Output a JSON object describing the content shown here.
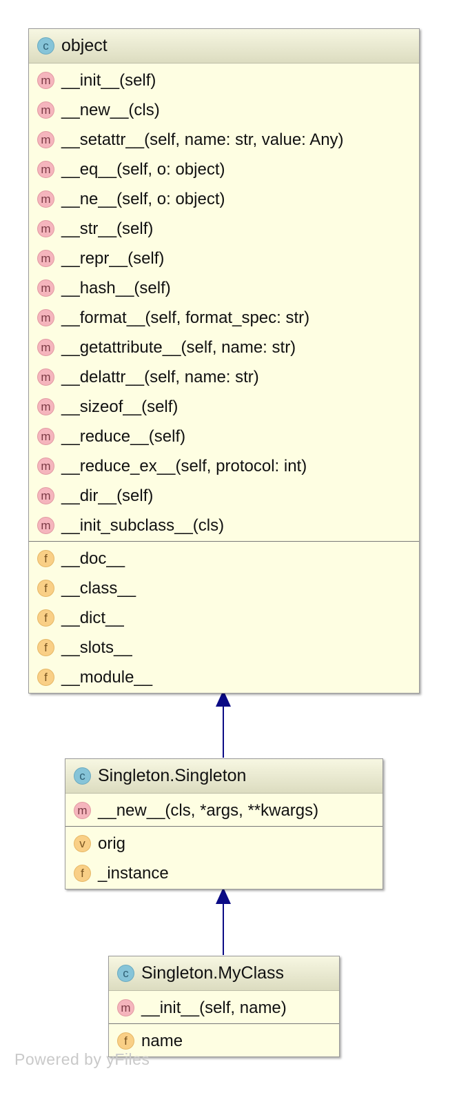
{
  "classes": {
    "object": {
      "kind": "c",
      "name": "object",
      "methods": [
        "__init__(self)",
        "__new__(cls)",
        "__setattr__(self, name: str, value: Any)",
        "__eq__(self, o: object)",
        "__ne__(self, o: object)",
        "__str__(self)",
        "__repr__(self)",
        "__hash__(self)",
        "__format__(self, format_spec: str)",
        "__getattribute__(self, name: str)",
        "__delattr__(self, name: str)",
        "__sizeof__(self)",
        "__reduce__(self)",
        "__reduce_ex__(self, protocol: int)",
        "__dir__(self)",
        "__init_subclass__(cls)"
      ],
      "fields": [
        {
          "kind": "f",
          "name": "__doc__"
        },
        {
          "kind": "f",
          "name": "__class__"
        },
        {
          "kind": "f",
          "name": "__dict__"
        },
        {
          "kind": "f",
          "name": "__slots__"
        },
        {
          "kind": "f",
          "name": "__module__"
        }
      ]
    },
    "singleton": {
      "kind": "c",
      "name": "Singleton.Singleton",
      "methods": [
        "__new__(cls, *args, **kwargs)"
      ],
      "fields": [
        {
          "kind": "v",
          "name": "orig"
        },
        {
          "kind": "f",
          "name": "_instance"
        }
      ]
    },
    "myclass": {
      "kind": "c",
      "name": "Singleton.MyClass",
      "methods": [
        "__init__(self, name)"
      ],
      "fields": [
        {
          "kind": "f",
          "name": "name"
        }
      ]
    }
  },
  "relations": [
    {
      "from": "Singleton.Singleton",
      "to": "object",
      "type": "inheritance"
    },
    {
      "from": "Singleton.MyClass",
      "to": "Singleton.Singleton",
      "type": "inheritance"
    }
  ],
  "icon_letters": {
    "class": "c",
    "method": "m",
    "field": "f",
    "variable": "v"
  },
  "colors": {
    "node_fill": "#fefee2",
    "header_fill": "#dcdcc0",
    "edge": "#0a0a85",
    "class_icon": "#86c4d8",
    "method_icon": "#f5b5bd",
    "field_icon": "#f9cf86"
  },
  "watermark": "Powered by yFiles"
}
